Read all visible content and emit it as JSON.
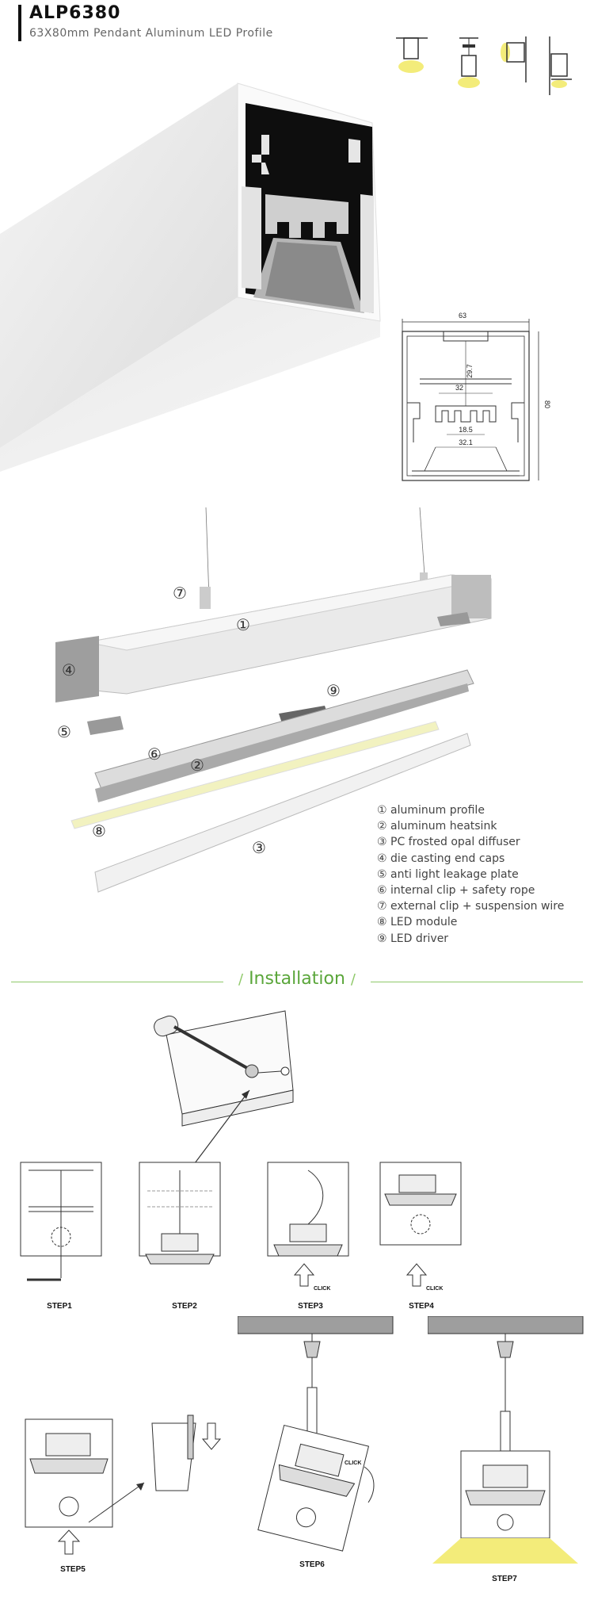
{
  "header": {
    "title": "ALP6380",
    "subtitle": "63X80mm Pendant Aluminum LED Profile"
  },
  "mount_icons": [
    "recessed-mount-icon",
    "pendant-mount-icon",
    "wall-mount-icon",
    "wall-up-down-icon"
  ],
  "drawing": {
    "dims": {
      "width": "63",
      "height": "80",
      "depth": "29.7",
      "inner_width": "32",
      "led_width": "18.5",
      "heatsink_width": "32.1"
    }
  },
  "exploded_callouts": [
    "①",
    "②",
    "③",
    "④",
    "⑤",
    "⑥",
    "⑦",
    "⑧",
    "⑨"
  ],
  "legend": [
    "① aluminum profile",
    "② aluminum heatsink",
    "③ PC frosted opal diffuser",
    "④ die casting end caps",
    "⑤ anti light leakage plate",
    "⑥ internal clip + safety rope",
    "⑦ external clip + suspension wire",
    "⑧ LED module",
    "⑨ LED driver"
  ],
  "installation": {
    "title": "Installation",
    "slash_left": "/",
    "slash_right": "/",
    "click": "CLICK",
    "steps": [
      "STEP1",
      "STEP2",
      "STEP3",
      "STEP4",
      "STEP5",
      "STEP6",
      "STEP7"
    ]
  },
  "colors": {
    "accent_green": "#5aa63a",
    "line_green": "#8fc96a",
    "light_yellow": "#f3ec7a"
  }
}
